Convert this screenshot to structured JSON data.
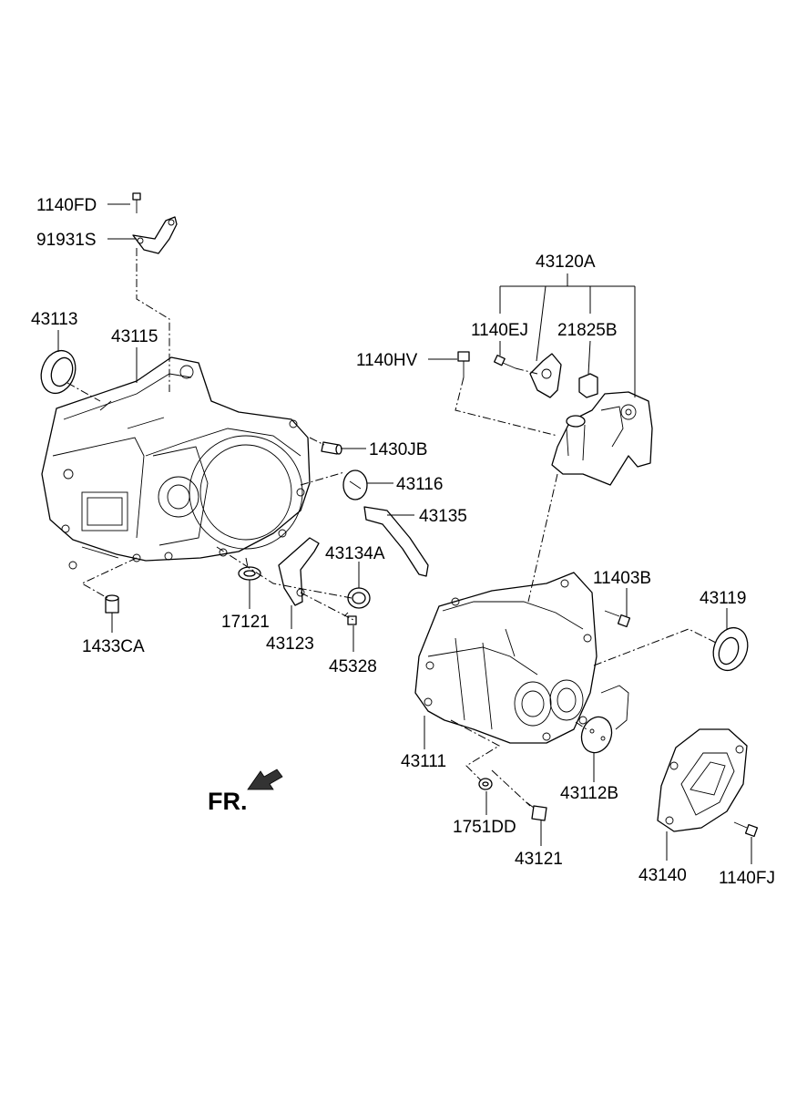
{
  "diagram": {
    "labels": {
      "p1140FD": "1140FD",
      "p91931S": "91931S",
      "p43113": "43113",
      "p43115": "43115",
      "p1430JB": "1430JB",
      "p43116": "43116",
      "p43135": "43135",
      "p43134A": "43134A",
      "p17121": "17121",
      "p43123": "43123",
      "p45328": "45328",
      "p1433CA": "1433CA",
      "p43120A": "43120A",
      "p1140EJ": "1140EJ",
      "p21825B": "21825B",
      "p1140HV": "1140HV",
      "p11403B": "11403B",
      "p43119": "43119",
      "p43111": "43111",
      "p43112B": "43112B",
      "p1751DD": "1751DD",
      "p43121": "43121",
      "p43140": "43140",
      "p1140FJ": "1140FJ",
      "fr": "FR."
    }
  }
}
